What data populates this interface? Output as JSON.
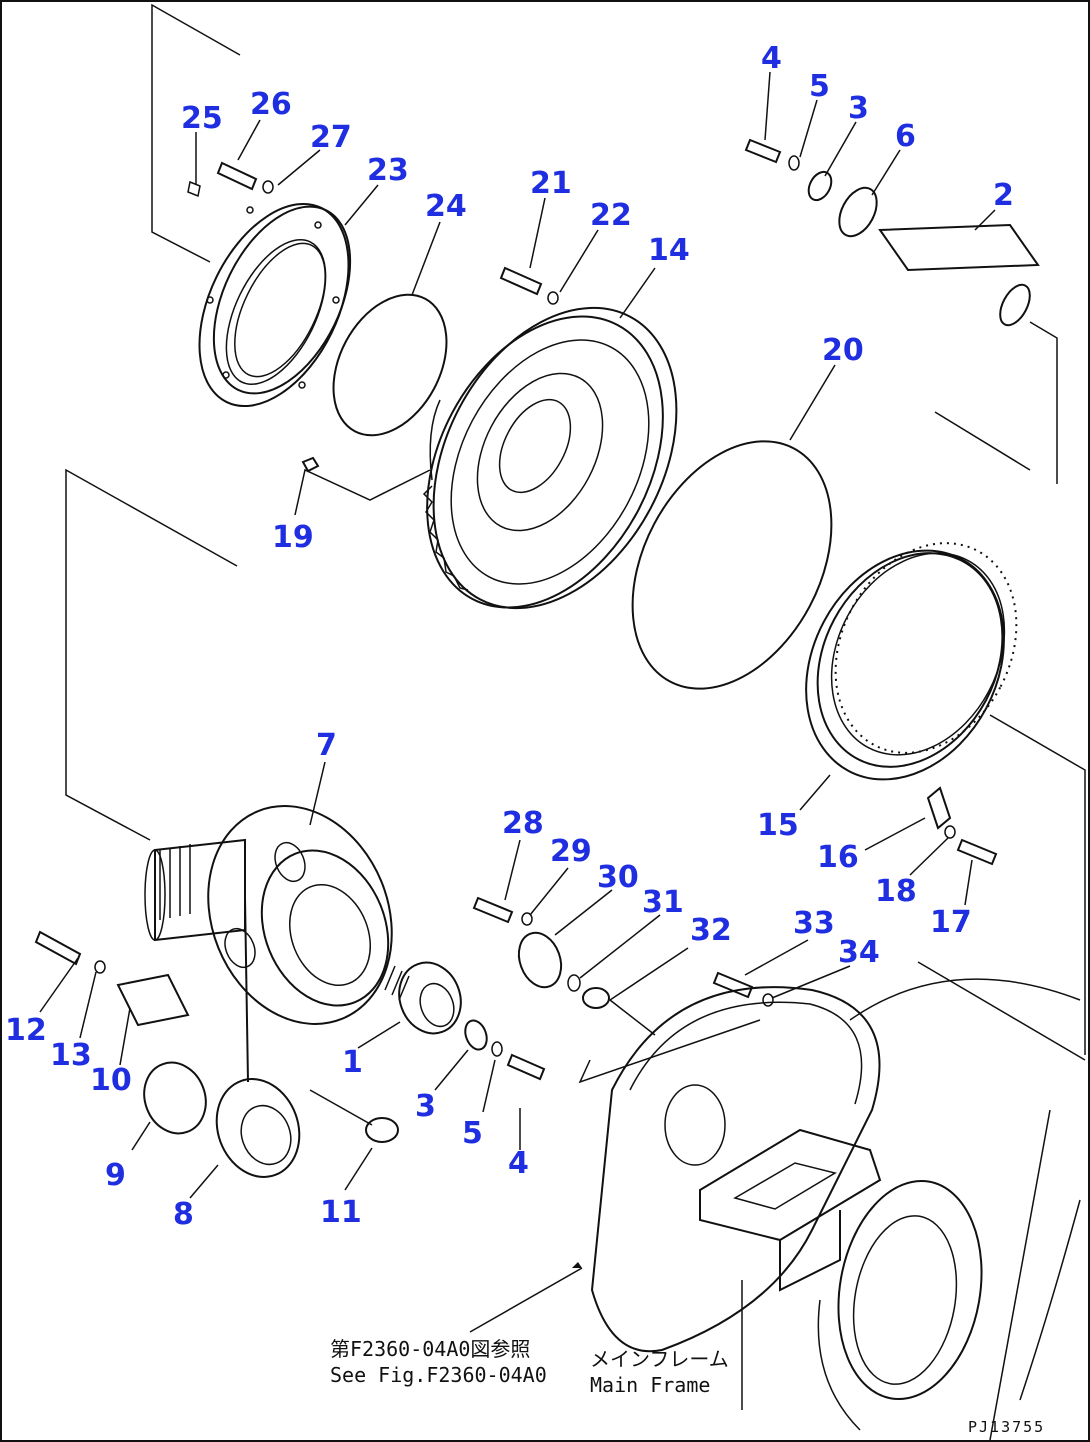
{
  "callouts": {
    "p1": "1",
    "p2": "2",
    "p3a": "3",
    "p3b": "3",
    "p4a": "4",
    "p4b": "4",
    "p5a": "5",
    "p5b": "5",
    "p6": "6",
    "p7": "7",
    "p8": "8",
    "p9": "9",
    "p10": "10",
    "p11": "11",
    "p12": "12",
    "p13": "13",
    "p14": "14",
    "p15": "15",
    "p16": "16",
    "p17": "17",
    "p18": "18",
    "p19": "19",
    "p20": "20",
    "p21": "21",
    "p22": "22",
    "p23": "23",
    "p24": "24",
    "p25": "25",
    "p26": "26",
    "p27": "27",
    "p28": "28",
    "p29": "29",
    "p30": "30",
    "p31": "31",
    "p32": "32",
    "p33": "33",
    "p34": "34"
  },
  "notes": {
    "ref_jp": "第F2360-04A0図参照",
    "ref_en": "See Fig.F2360-04A0",
    "frame_jp": "メインフレーム",
    "frame_en": "Main Frame",
    "drawing_code": "PJ13755"
  },
  "colors": {
    "callout": "#1f2ee0",
    "line": "#111111",
    "background": "#ffffff"
  }
}
